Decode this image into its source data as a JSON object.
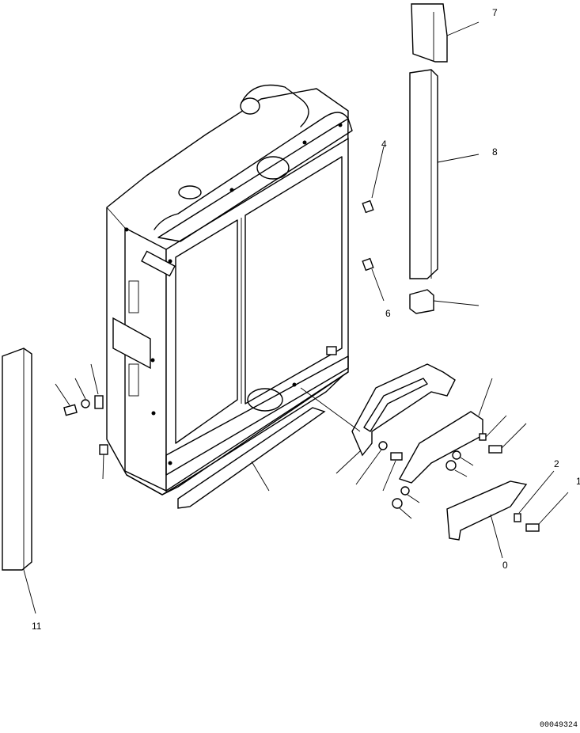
{
  "drawing": {
    "drawing_number": "00049324"
  },
  "callouts": [
    {
      "id": "c1",
      "label": "7"
    },
    {
      "id": "c2",
      "label": "8"
    },
    {
      "id": "c3",
      "label": "4"
    },
    {
      "id": "c4",
      "label": "6"
    },
    {
      "id": "c5",
      "label": "2"
    },
    {
      "id": "c6",
      "label": "1"
    },
    {
      "id": "c7",
      "label": "0"
    },
    {
      "id": "c8",
      "label": "11"
    }
  ],
  "colors": {
    "ink": "#000000",
    "paper": "#ffffff"
  }
}
